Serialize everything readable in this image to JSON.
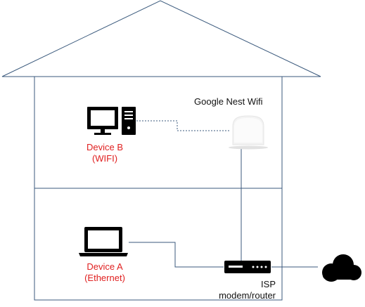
{
  "diagram": {
    "title": "",
    "nest_label": "Google Nest Wifi",
    "device_b": {
      "line1": "Device B",
      "line2": "(WIFI)"
    },
    "device_a": {
      "line1": "Device A",
      "line2": "(Ethernet)"
    },
    "isp": {
      "line1": "ISP",
      "line2": "modem/router"
    }
  },
  "colors": {
    "house_stroke": "#3b5a7d",
    "wired_line": "#3b5a7d",
    "wifi_line": "#3b5a7d",
    "device_label": "#e02020",
    "icon_fill": "#000000"
  }
}
